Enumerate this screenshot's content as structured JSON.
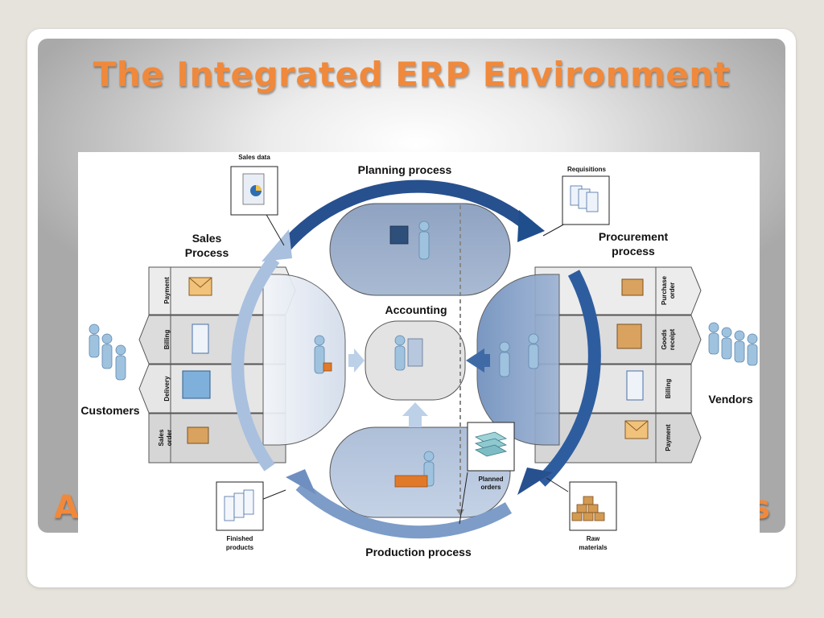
{
  "slide": {
    "title": "The Integrated ERP Environment",
    "subtitle_left": "A",
    "subtitle_right": "s"
  },
  "diagram": {
    "planning": "Planning process",
    "production": "Production process",
    "accounting": "Accounting",
    "sales_line1": "Sales",
    "sales_line2": "Process",
    "procurement_line1": "Procurement",
    "procurement_line2": "process",
    "customers": "Customers",
    "vendors": "Vendors",
    "sales_data": "Sales data",
    "requisitions": "Requisitions",
    "planned_line1": "Planned",
    "planned_line2": "orders",
    "finished_line1": "Finished",
    "finished_line2": "products",
    "raw_line1": "Raw",
    "raw_line2": "materials",
    "sales_steps": {
      "payment": "Payment",
      "billing": "Billing",
      "delivery": "Delivery",
      "sales_order_1": "Sales",
      "sales_order_2": "order"
    },
    "procurement_steps": {
      "purchase_order_1": "Purchase",
      "purchase_order_2": "order",
      "goods_receipt_1": "Goods",
      "goods_receipt_2": "receipt",
      "billing": "Billing",
      "payment": "Payment"
    }
  },
  "colors": {
    "title": "#f0893b",
    "arrow_dark": "#1f4e8c",
    "arrow_light": "#a8bfdd",
    "planning_fill": "#8fa6c6",
    "accounting_fill": "#e3e3e3"
  }
}
